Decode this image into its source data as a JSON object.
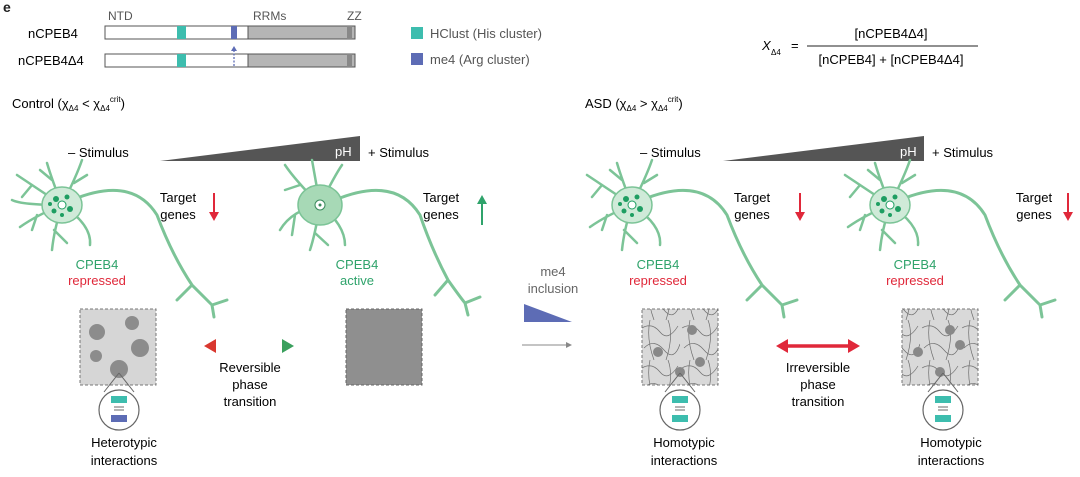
{
  "panel_label": "e",
  "domain_bar": {
    "ntd": "NTD",
    "rrms": "RRMs",
    "zz": "ZZ",
    "rows": [
      {
        "label": "nCPEB4"
      },
      {
        "label": "nCPEB4Δ4"
      }
    ]
  },
  "legend": {
    "hclust": "HClust (His cluster)",
    "me4": "me4 (Arg cluster)",
    "colors": {
      "hclust": "#3dbdae",
      "me4": "#5d6cb5"
    }
  },
  "equation": {
    "lhs": "X",
    "lhs_sub": "Δ4",
    "equals": "=",
    "numerator": "[nCPEB4Δ4]",
    "denominator": "[nCPEB4] + [nCPEB4Δ4]"
  },
  "control": {
    "title": "Control (χ",
    "title_sub1": "Δ4",
    "title_mid": " < χ",
    "title_sub2": "Δ4",
    "title_sup": "crit",
    "title_end": ")",
    "minus_stimulus": "– Stimulus",
    "plus_stimulus": "+ Stimulus",
    "ph": "pH",
    "target_genes_1": "Target genes",
    "target_genes_2": "Target genes",
    "cpeb4_1": "CPEB4",
    "state_1": "repressed",
    "cpeb4_2": "CPEB4",
    "state_2": "active",
    "transition": "Reversible phase transition",
    "interactions": "Heterotypic interactions"
  },
  "middle": {
    "me4": "me4",
    "inclusion": "inclusion"
  },
  "asd": {
    "title": "ASD (χ",
    "title_sub1": "Δ4",
    "title_mid": " > χ",
    "title_sub2": "Δ4",
    "title_sup": "crit",
    "title_end": ")",
    "minus_stimulus": "– Stimulus",
    "plus_stimulus": "+ Stimulus",
    "ph": "pH",
    "target_genes_1": "Target genes",
    "target_genes_2": "Target genes",
    "cpeb4_1": "CPEB4",
    "state_1": "repressed",
    "cpeb4_2": "CPEB4",
    "state_2": "repressed",
    "transition": "Irreversible phase transition",
    "interactions_1": "Homotypic interactions",
    "interactions_2": "Homotypic interactions"
  },
  "colors": {
    "green": "#2fa36b",
    "red": "#e0283a",
    "neuron_fill": "#cfead8",
    "neuron_stroke": "#7cc497",
    "gray_wedge": "#555555"
  }
}
